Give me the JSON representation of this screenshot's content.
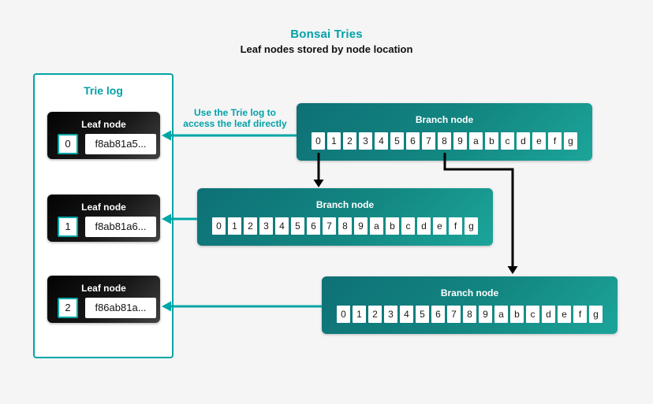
{
  "header": {
    "title": "Bonsai Tries",
    "subtitle": "Leaf nodes stored by node location"
  },
  "annotation": {
    "line1": "Use the Trie log to",
    "line2": "access the leaf directly"
  },
  "trie_log": {
    "title": "Trie log",
    "leaf_label": "Leaf node",
    "leaves": [
      {
        "index": "0",
        "hash": "f8ab81a5..."
      },
      {
        "index": "1",
        "hash": "f8ab81a6..."
      },
      {
        "index": "2",
        "hash": "f86ab81a..."
      }
    ]
  },
  "branch_nodes": [
    {
      "label": "Branch node",
      "cells": [
        "0",
        "1",
        "2",
        "3",
        "4",
        "5",
        "6",
        "7",
        "8",
        "9",
        "a",
        "b",
        "c",
        "d",
        "e",
        "f",
        "g"
      ]
    },
    {
      "label": "Branch node",
      "cells": [
        "0",
        "1",
        "2",
        "3",
        "4",
        "5",
        "6",
        "7",
        "8",
        "9",
        "a",
        "b",
        "c",
        "d",
        "e",
        "f",
        "g"
      ]
    },
    {
      "label": "Branch node",
      "cells": [
        "0",
        "1",
        "2",
        "3",
        "4",
        "5",
        "6",
        "7",
        "8",
        "9",
        "a",
        "b",
        "c",
        "d",
        "e",
        "f",
        "g"
      ]
    }
  ],
  "colors": {
    "accent_teal": "#00A5A5",
    "title_teal": "#00A2A8",
    "branch_gradient_start": "#0E7076",
    "branch_gradient_end": "#1CA59A",
    "leaf_gradient_start": "#030303",
    "leaf_gradient_end": "#424242",
    "arrow_black": "#000000",
    "background": "#F5F5F6"
  }
}
